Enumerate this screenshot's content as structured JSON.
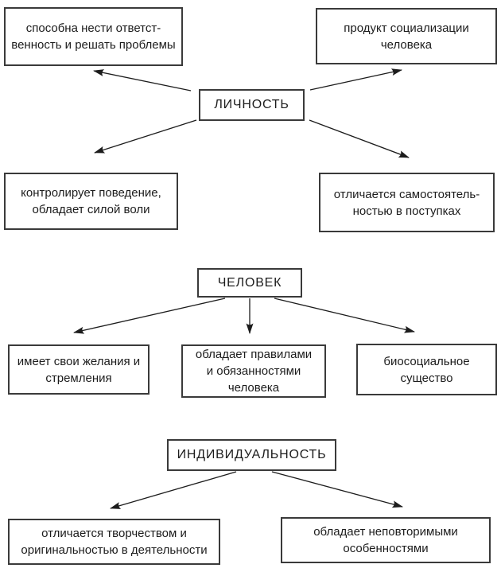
{
  "page": {
    "background_color": "#ffffff",
    "line_color": "#1c1c1c",
    "border_color": "#3a3a3a"
  },
  "sections": {
    "personality": {
      "title": "ЛИЧНОСТЬ",
      "top_left": "способна нести ответст-\nвенность и решать проблемы",
      "top_right": "продукт социализации\nчеловека",
      "bottom_left": "контролирует поведение,\nобладает силой воли",
      "bottom_right": "отличается самостоятель-\nностью в поступках"
    },
    "human": {
      "title": "ЧЕЛОВЕК",
      "left": "имеет свои желания и\nстремления",
      "center": "обладает правилами\nи обязанностями\nчеловека",
      "right": "биосоциальное\nсущество"
    },
    "individuality": {
      "title": "ИНДИВИДУАЛЬНОСТЬ",
      "left": "отличается творчеством и\nоригинальностью в деятельности",
      "right": "обладает неповторимыми\nособенностями"
    }
  }
}
